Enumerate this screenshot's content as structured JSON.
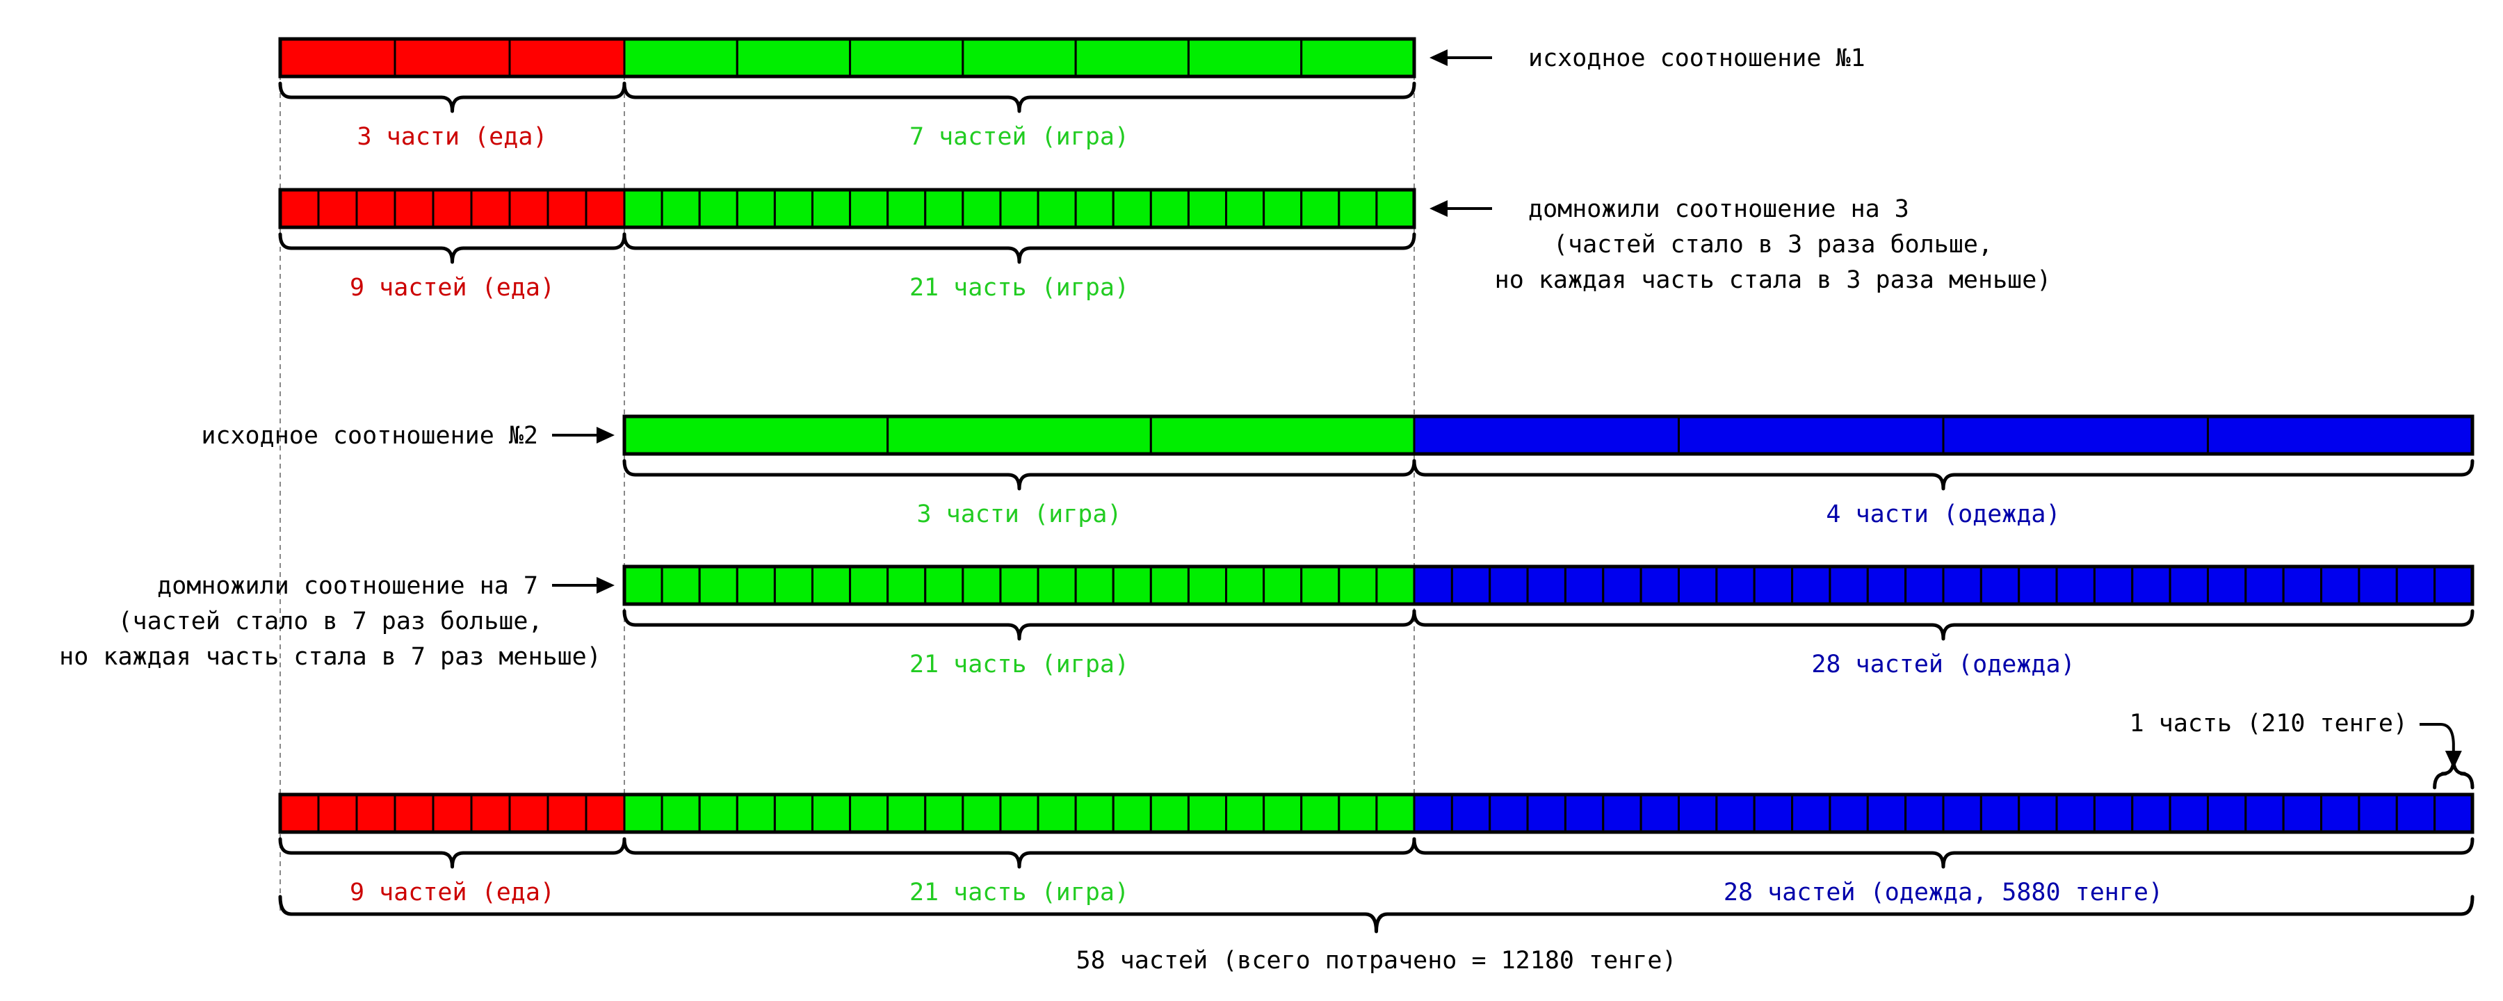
{
  "diagram": {
    "colors": {
      "food": "#ff0000",
      "game": "#00ee00",
      "clothes": "#0000ee",
      "label_food": "#cc0000",
      "label_game": "#22cc22",
      "label_clothes": "#0000aa",
      "outline": "#000000",
      "guide": "#888888"
    },
    "rows": [
      {
        "segments": [
          {
            "category": "food",
            "parts": 3,
            "label": "3 части (еда)"
          },
          {
            "category": "game",
            "parts": 7,
            "label": "7 частей (игра)"
          }
        ],
        "note": {
          "side": "right",
          "lines": [
            "исходное соотношение №1"
          ]
        }
      },
      {
        "segments": [
          {
            "category": "food",
            "parts": 9,
            "label": "9 частей (еда)"
          },
          {
            "category": "game",
            "parts": 21,
            "label": "21 часть (игра)"
          }
        ],
        "note": {
          "side": "right",
          "lines": [
            "домножили соотношение на 3",
            "(частей стало в 3 раза больше,",
            "но каждая часть стала в 3 раза меньше)"
          ]
        }
      },
      {
        "segments": [
          {
            "category": "game",
            "parts": 3,
            "label": "3 части (игра)"
          },
          {
            "category": "clothes",
            "parts": 4,
            "label": "4 части (одежда)"
          }
        ],
        "note": {
          "side": "left",
          "lines": [
            "исходное соотношение №2"
          ]
        }
      },
      {
        "segments": [
          {
            "category": "game",
            "parts": 21,
            "label": "21 часть (игра)"
          },
          {
            "category": "clothes",
            "parts": 28,
            "label": "28 частей (одежда)"
          }
        ],
        "note": {
          "side": "left",
          "lines": [
            "домножили соотношение на 7",
            "(частей стало в 7 раз больше,",
            "но каждая часть стала в 7 раз меньше)"
          ]
        }
      },
      {
        "segments": [
          {
            "category": "food",
            "parts": 9,
            "label": "9 частей (еда)"
          },
          {
            "category": "game",
            "parts": 21,
            "label": "21 часть (игра)"
          },
          {
            "category": "clothes",
            "parts": 28,
            "label": "28 частей (одежда, 5880 тенге)"
          }
        ],
        "callout": "1 часть (210 тенге)",
        "total_label": "58 частей (всего потрачено = 12180 тенге)"
      }
    ]
  }
}
